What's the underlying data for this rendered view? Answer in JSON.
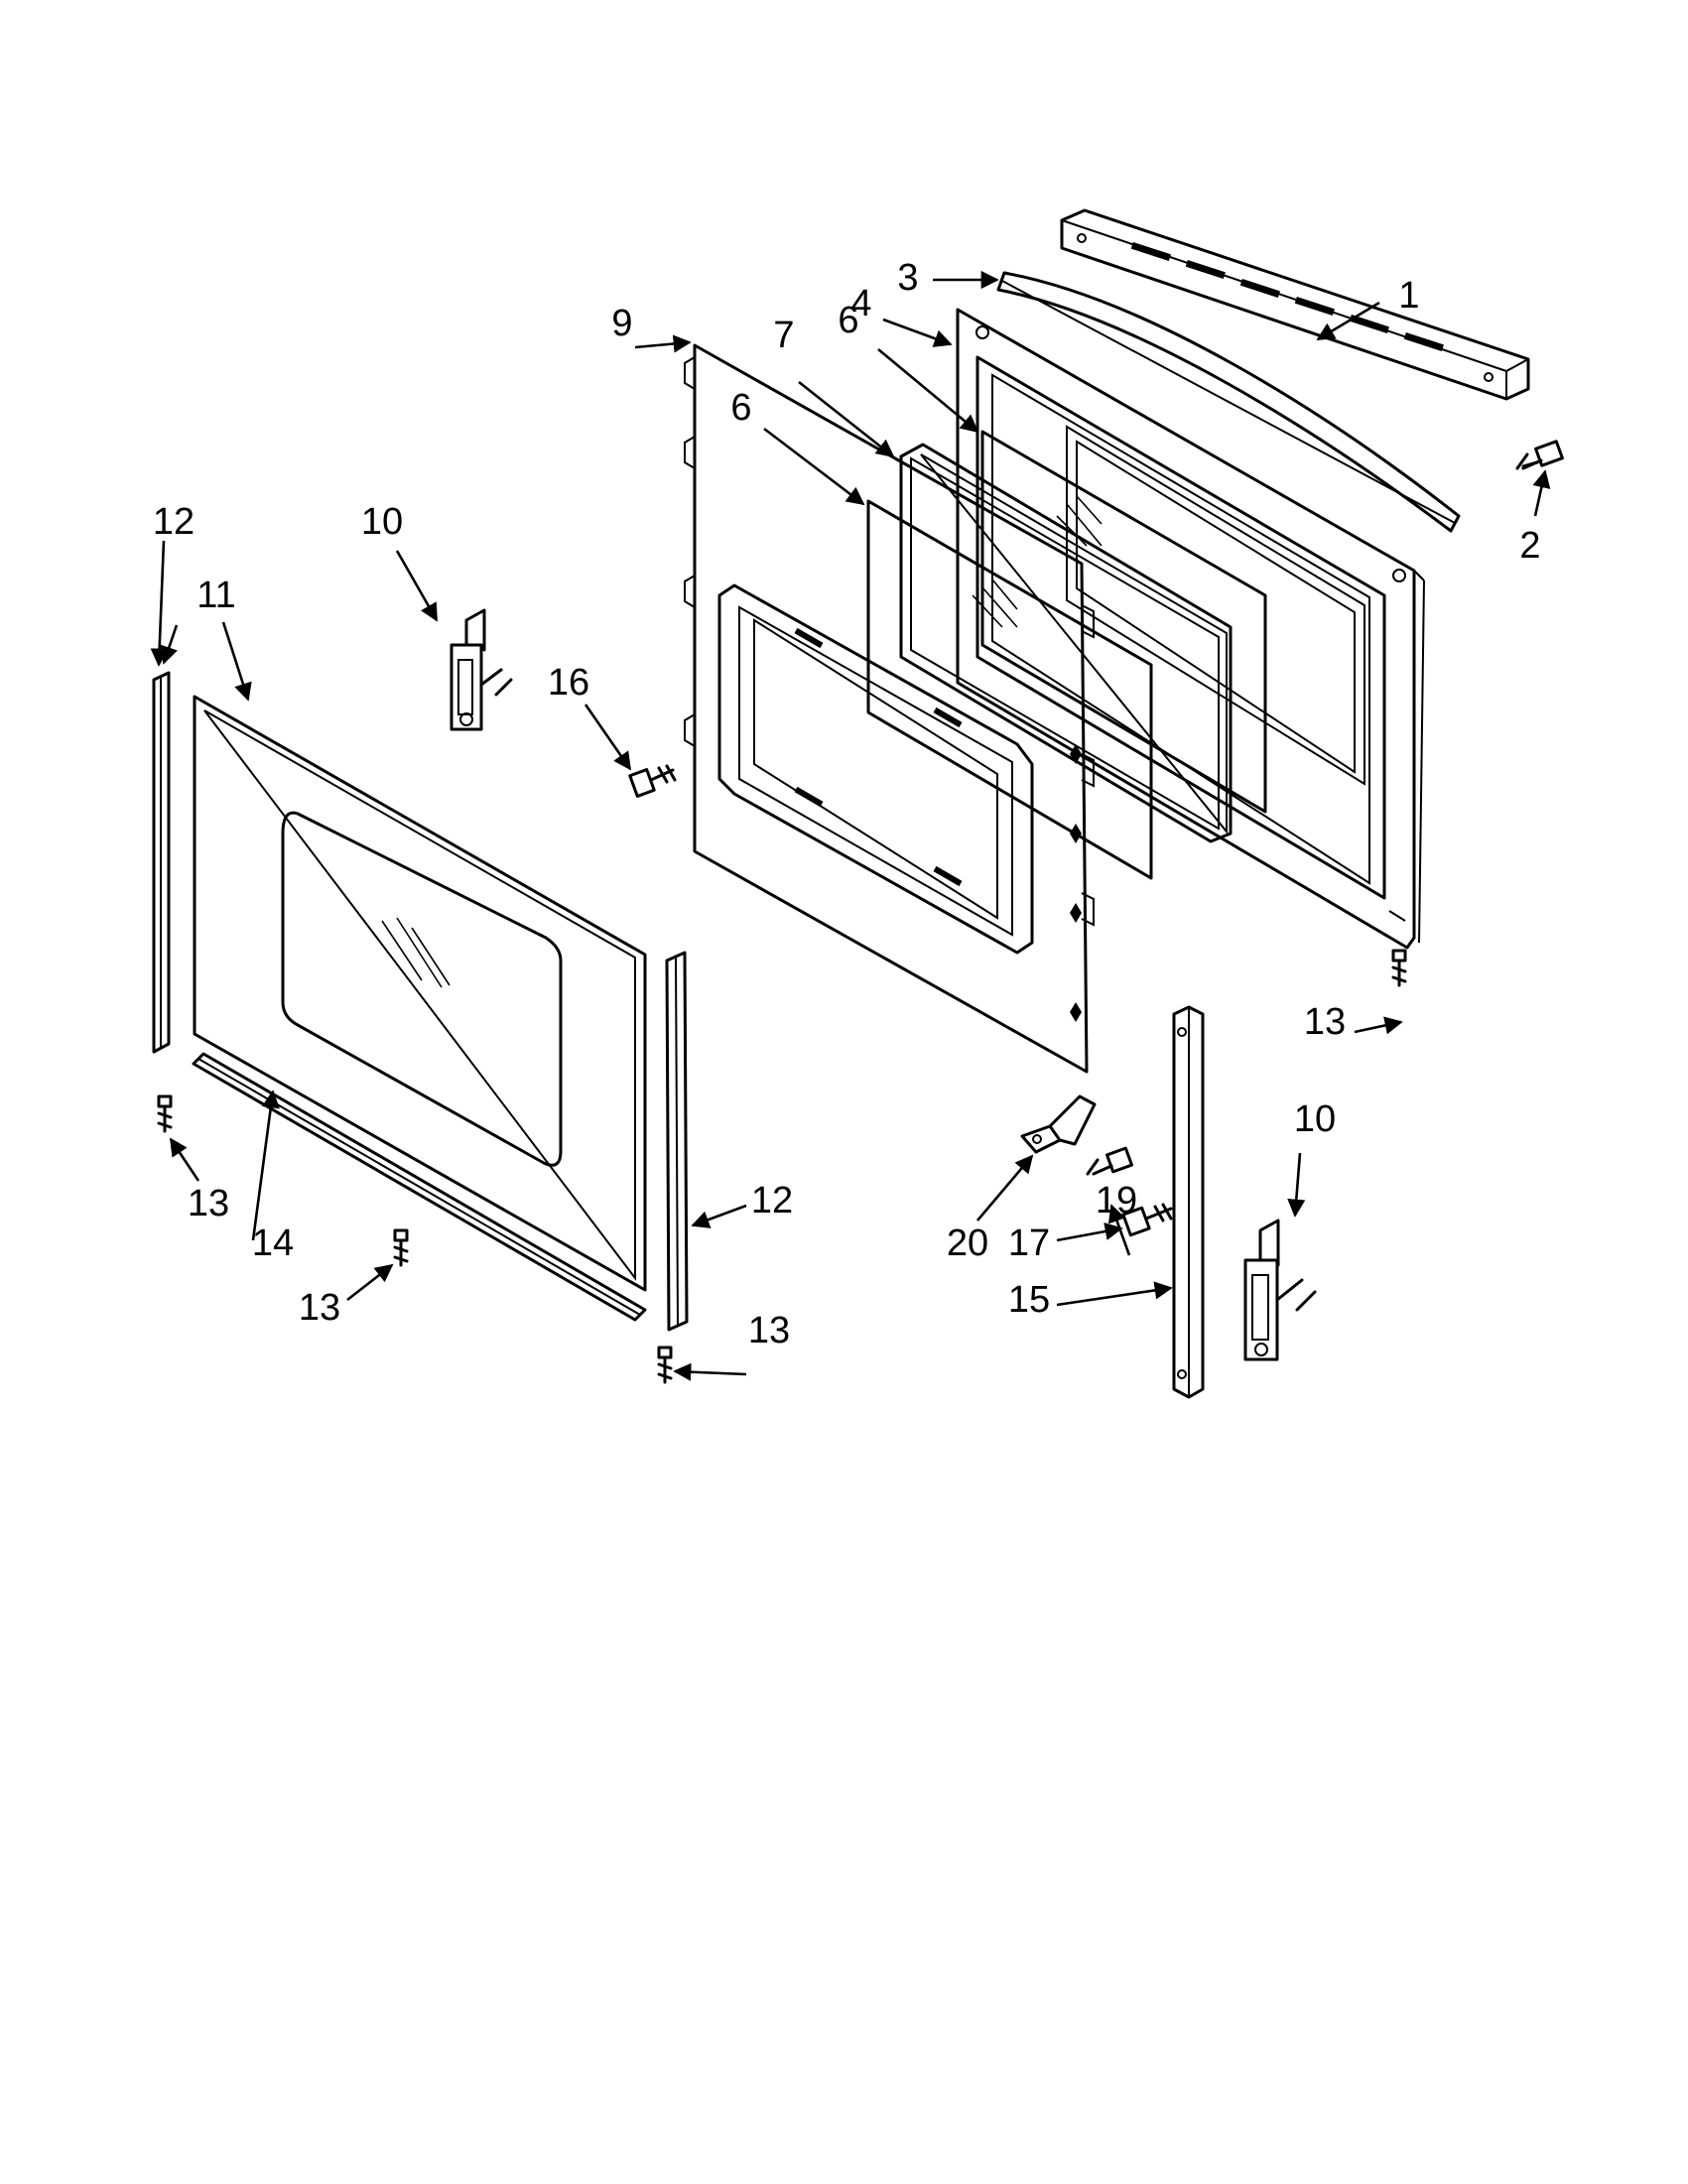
{
  "callouts": [
    {
      "id": "1",
      "label": "1"
    },
    {
      "id": "2",
      "label": "2"
    },
    {
      "id": "3",
      "label": "3"
    },
    {
      "id": "4",
      "label": "4"
    },
    {
      "id": "6a",
      "label": "6"
    },
    {
      "id": "6b",
      "label": "6"
    },
    {
      "id": "7",
      "label": "7"
    },
    {
      "id": "9",
      "label": "9"
    },
    {
      "id": "10a",
      "label": "10"
    },
    {
      "id": "10b",
      "label": "10"
    },
    {
      "id": "11",
      "label": "11"
    },
    {
      "id": "12a",
      "label": "12"
    },
    {
      "id": "12b",
      "label": "12"
    },
    {
      "id": "13a",
      "label": "13"
    },
    {
      "id": "13b",
      "label": "13"
    },
    {
      "id": "13c",
      "label": "13"
    },
    {
      "id": "13d",
      "label": "13"
    },
    {
      "id": "14",
      "label": "14"
    },
    {
      "id": "15",
      "label": "15"
    },
    {
      "id": "16",
      "label": "16"
    },
    {
      "id": "17",
      "label": "17"
    },
    {
      "id": "19",
      "label": "19"
    },
    {
      "id": "20",
      "label": "20"
    }
  ]
}
